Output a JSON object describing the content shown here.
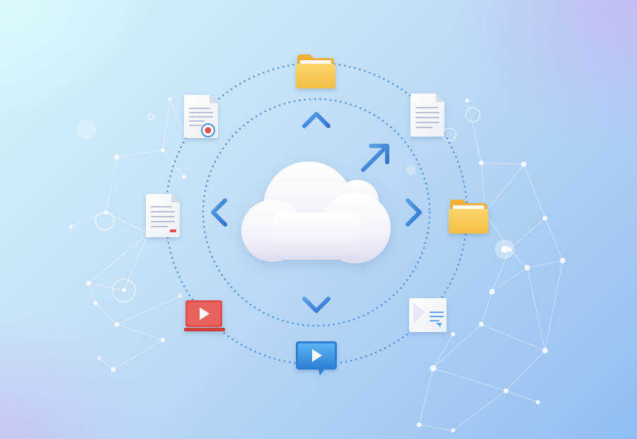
{
  "scene": {
    "theme": "cloud-file-sync",
    "colors": {
      "background_light": "#d4f5fb",
      "background_mid": "#b3d4f4",
      "background_dark": "#8fbef2",
      "corner_purple": "#c4b8f4",
      "arrow_blue": "#3f86d8",
      "dotted_ring": "#4d93e0",
      "folder_yellow": "#f6c24a",
      "video_red": "#e2504d",
      "video_blue": "#3b8fe0",
      "cloud_white": "#ffffff"
    },
    "center": {
      "icon": "cloud-icon"
    },
    "arrows": [
      "arrow-up-icon",
      "arrow-up-right-icon",
      "arrow-left-icon",
      "arrow-right-icon",
      "arrow-down-icon"
    ],
    "orbit_items": [
      {
        "icon": "folder-icon",
        "position": "top"
      },
      {
        "icon": "certificate-document-icon",
        "position": "top-left"
      },
      {
        "icon": "text-document-icon",
        "position": "top-right"
      },
      {
        "icon": "text-document-icon",
        "position": "left"
      },
      {
        "icon": "folder-icon",
        "position": "right"
      },
      {
        "icon": "video-laptop-icon",
        "position": "bottom-left"
      },
      {
        "icon": "chat-document-icon",
        "position": "bottom-right"
      },
      {
        "icon": "video-player-icon",
        "position": "bottom"
      }
    ],
    "decoration": "network-mesh-background"
  }
}
